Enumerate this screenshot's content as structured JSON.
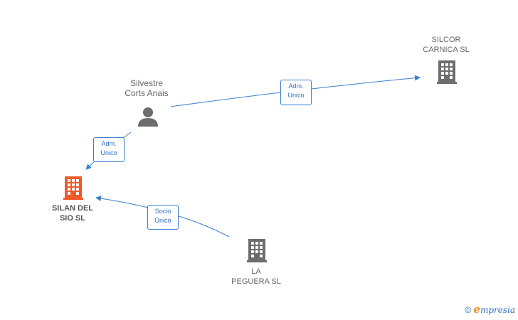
{
  "nodes": {
    "silan": {
      "line1": "SILAN DEL",
      "line2": "SIO  SL",
      "color": "#f05a28"
    },
    "silcor": {
      "line1": "SILCOR",
      "line2": "CARNICA  SL",
      "color": "#6d6d6d"
    },
    "pequera": {
      "line1": "LA",
      "line2": "PEGUERA  SL",
      "color": "#6d6d6d"
    },
    "silvestre": {
      "line1": "Silvestre",
      "line2": "Corts Anais",
      "color": "#6d6d6d"
    }
  },
  "edges": {
    "silvestre_silcor": {
      "line1": "Adm.",
      "line2": "Unico"
    },
    "silvestre_silan": {
      "line1": "Adm.",
      "line2": "Unico"
    },
    "pequera_silan": {
      "line1": "Socio",
      "line2": "Único"
    }
  },
  "colors": {
    "edge": "#3b7fd0"
  },
  "footer": {
    "symbol": "©",
    "brand_initial": "e",
    "brand_rest": "mpresia"
  }
}
